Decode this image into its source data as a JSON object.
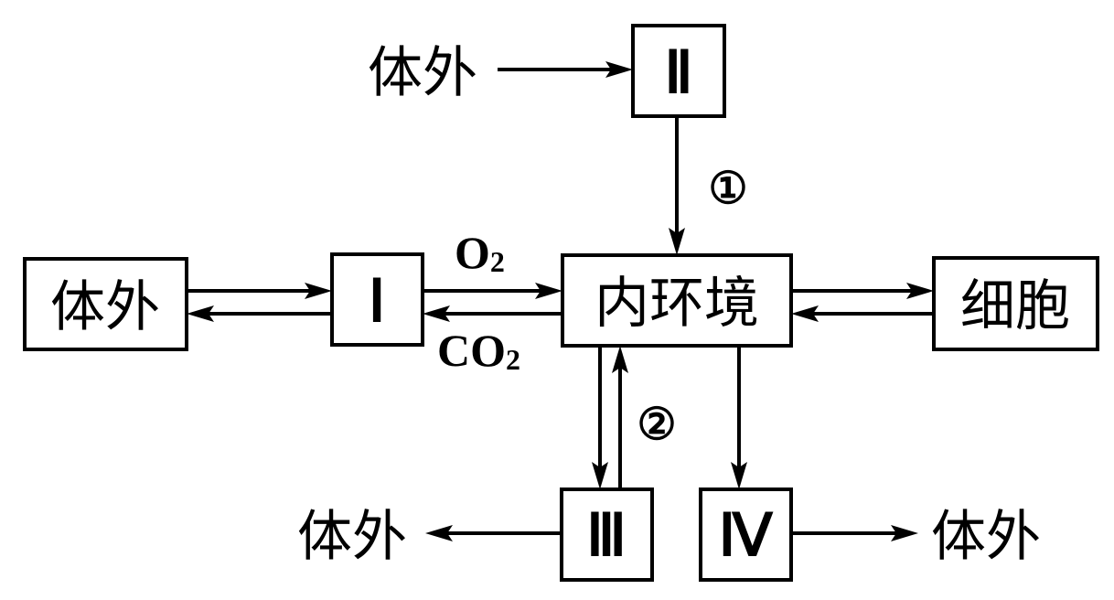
{
  "diagram": {
    "title": "",
    "nodes": {
      "environment_internal": "内环境",
      "cell": "细胞",
      "organ_I": "Ⅰ",
      "organ_II": "Ⅱ",
      "organ_III": "Ⅲ",
      "organ_IV": "Ⅳ",
      "outside_left_box": "体外",
      "outside_top": "体外",
      "outside_bottom_left": "体外",
      "outside_bottom_right": "体外"
    },
    "labels": {
      "o2_base": "O",
      "o2_sub": "2",
      "co2_base": "CO",
      "co2_sub": "2",
      "marker_1": "①",
      "marker_2": "②"
    },
    "edges": [
      {
        "from": "体外(top)",
        "to": "Ⅱ"
      },
      {
        "from": "Ⅱ",
        "to": "内环境",
        "label": "①"
      },
      {
        "from": "体外(box)",
        "to": "Ⅰ"
      },
      {
        "from": "Ⅰ",
        "to": "体外(box)"
      },
      {
        "from": "Ⅰ",
        "to": "内环境",
        "label": "O2"
      },
      {
        "from": "内环境",
        "to": "Ⅰ",
        "label": "CO2"
      },
      {
        "from": "内环境",
        "to": "细胞"
      },
      {
        "from": "细胞",
        "to": "内环境"
      },
      {
        "from": "内环境",
        "to": "Ⅲ"
      },
      {
        "from": "Ⅲ",
        "to": "内环境",
        "label": "②"
      },
      {
        "from": "内环境",
        "to": "Ⅳ"
      },
      {
        "from": "Ⅲ",
        "to": "体外(bottom-left)"
      },
      {
        "from": "Ⅳ",
        "to": "体外(bottom-right)"
      }
    ]
  }
}
